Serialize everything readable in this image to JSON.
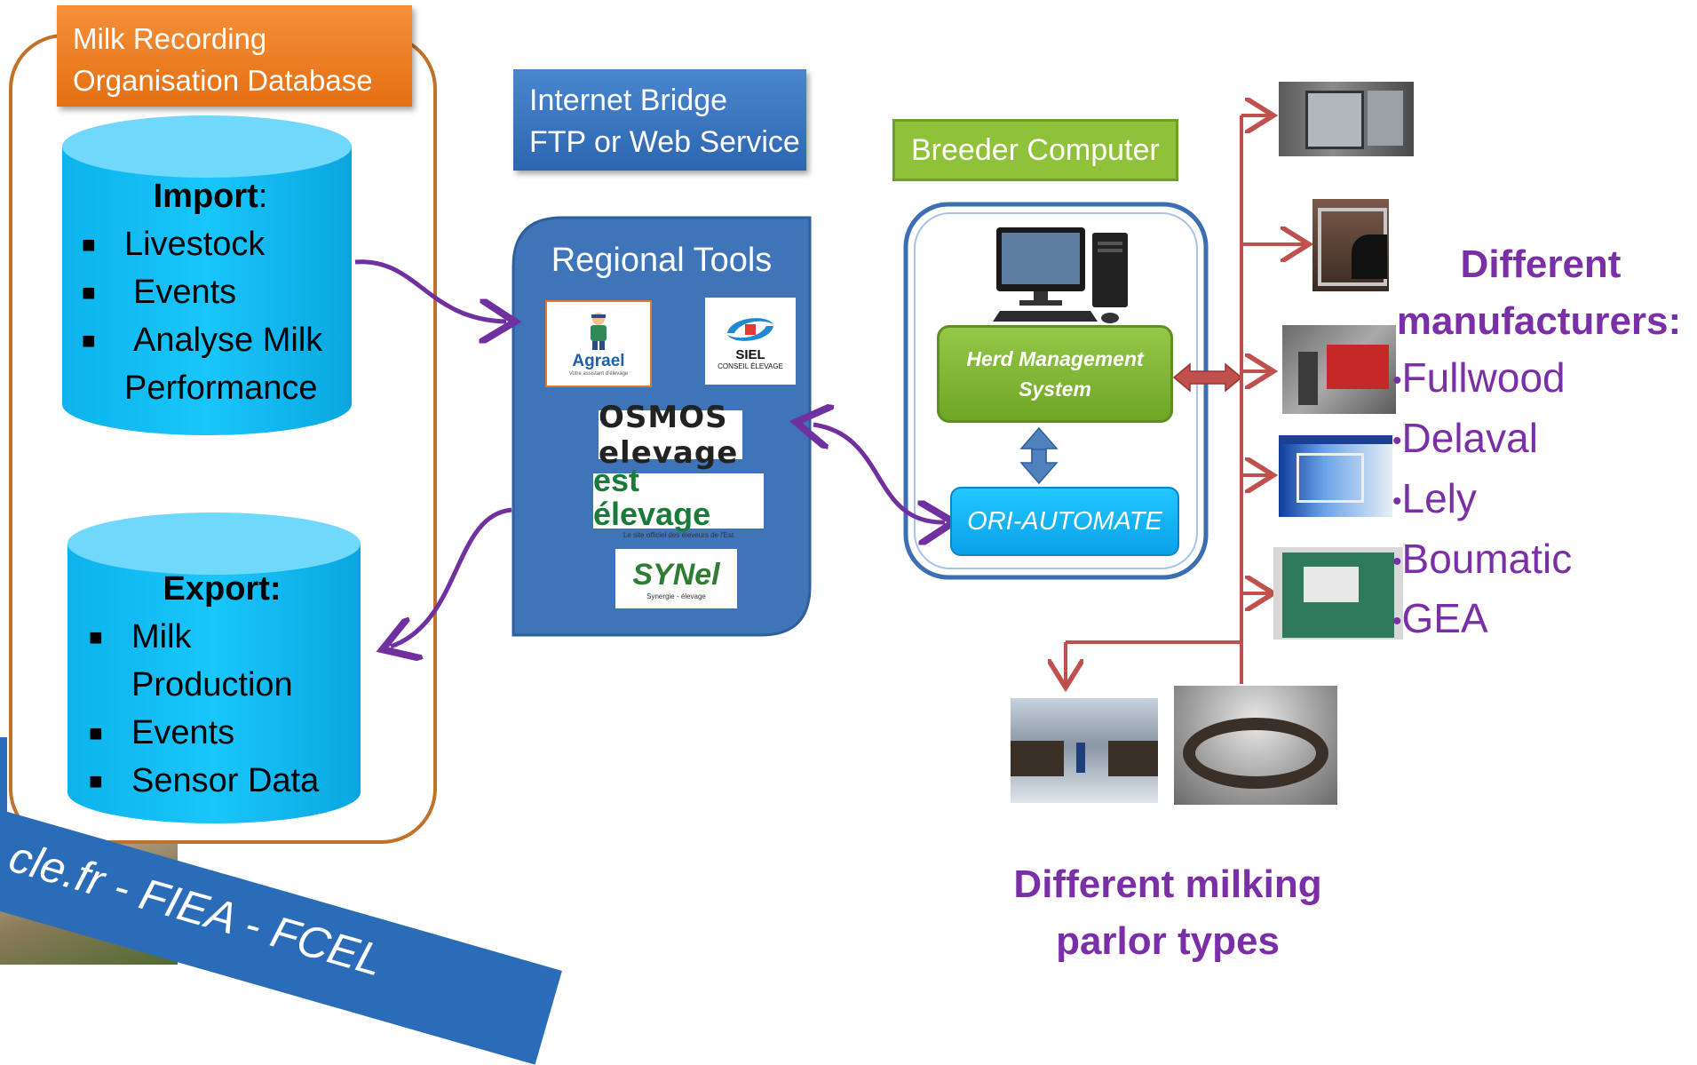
{
  "milk_recording": {
    "title_line1": "Milk Recording",
    "title_line2": "Organisation Database"
  },
  "import": {
    "title": "Import",
    "colon": ":",
    "items": [
      "Livestock",
      "Events",
      "Analyse Milk",
      "Performance"
    ]
  },
  "export": {
    "title": "Export:",
    "items": [
      "Milk",
      "Production",
      "Events",
      "Sensor Data"
    ]
  },
  "internet_bridge": {
    "line1": "Internet Bridge",
    "line2": "FTP or Web Service"
  },
  "regional_tools": {
    "title": "Regional Tools",
    "logos": [
      "Agrael",
      "SIEL",
      "OSMOS elevage",
      "est élevage",
      "SYNel"
    ],
    "logo_subtexts": {
      "agrael": "Votre assistant d'élevage",
      "siel": "CONSEIL ÉLEVAGE",
      "est": "Le site officiel des éleveurs de l'Est",
      "synel": "Synergie - élevage"
    }
  },
  "breeder_computer": {
    "title": "Breeder Computer"
  },
  "herd_management": {
    "line1": "Herd Management",
    "line2": "System"
  },
  "ori_automate": {
    "label": "ORI-AUTOMATE"
  },
  "manufacturers": {
    "title_line1": "Different",
    "title_line2": "manufacturers:",
    "items": [
      "Fullwood",
      "Delaval",
      "Lely",
      "Boumatic",
      "GEA"
    ]
  },
  "parlor": {
    "line1": "Different milking",
    "line2": "parlor types"
  },
  "footer": {
    "text": "cle.fr - FIEA - FCEL"
  },
  "colors": {
    "orange": "#e87817",
    "cyan": "#12c0f7",
    "blue_panel": "#3f74b8",
    "green": "#8cc03a",
    "purple": "#7b2fa6",
    "arrow_red": "#c0504d",
    "arrow_purple": "#7030a0"
  }
}
